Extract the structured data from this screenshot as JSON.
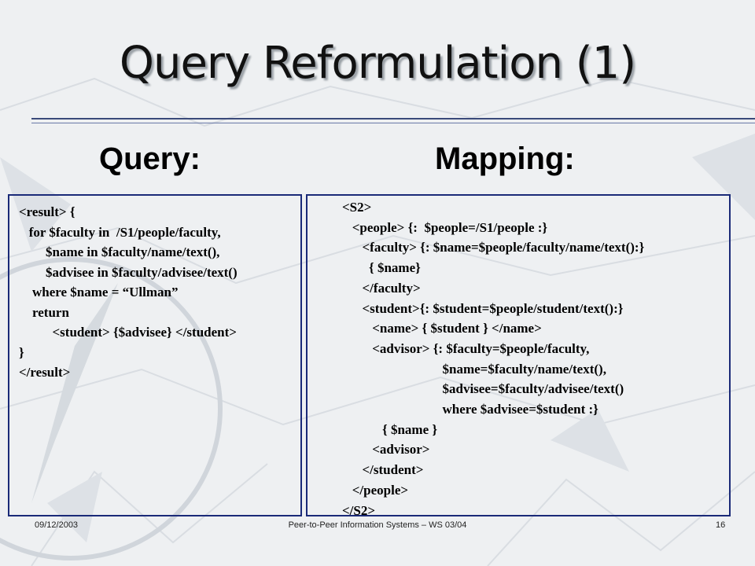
{
  "slide": {
    "title": "Query Reformulation (1)",
    "query_heading": "Query:",
    "mapping_heading": "Mapping:"
  },
  "query_lines": [
    "<result> {",
    "   for $faculty in  /S1/people/faculty,",
    "        $name in $faculty/name/text(),",
    "        $advisee in $faculty/advisee/text()",
    "    where $name = “Ullman”",
    "    return",
    "          <student> {$advisee} </student>",
    "}",
    "</result>"
  ],
  "mapping_lines": [
    "<S2>",
    "   <people> {:  $people=/S1/people :}",
    "      <faculty> {: $name=$people/faculty/name/text():}",
    "        { $name}",
    "      </faculty>",
    "      <student>{: $student=$people/student/text():}",
    "         <name> { $student } </name>",
    "         <advisor> {: $faculty=$people/faculty,",
    "                              $name=$faculty/name/text(),",
    "                              $advisee=$faculty/advisee/text()",
    "                              where $advisee=$student :}",
    "            { $name }",
    "         <advisor>",
    "      </student>",
    "   </people>",
    "</S2>"
  ],
  "footer": {
    "date": "09/12/2003",
    "course": "Peer-to-Peer Information Systems – WS 03/04",
    "page": "16"
  }
}
